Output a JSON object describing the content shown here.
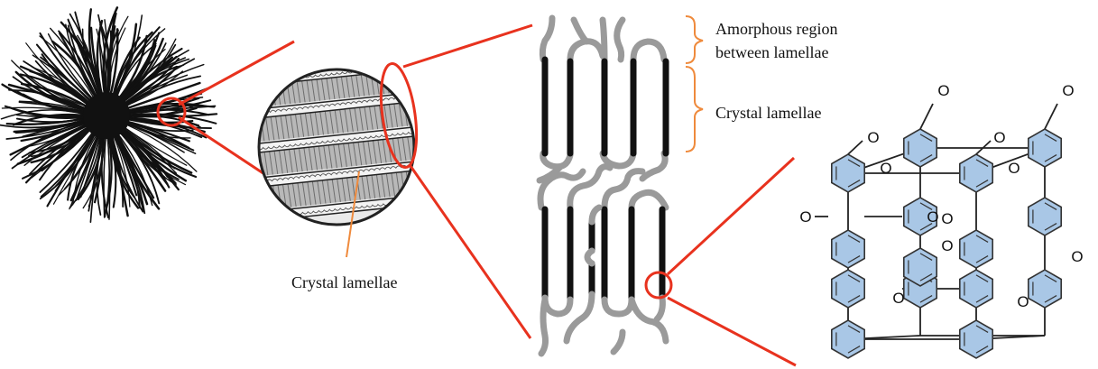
{
  "labels": {
    "amorphous_line1": "Amorphous region",
    "amorphous_line2": "between lamellae",
    "crystal_lamellae_right": "Crystal lamellae",
    "crystal_lamellae_left": "Crystal lamellae",
    "oxygen": "O"
  },
  "colors": {
    "zoom_lines": "#e8321e",
    "brace": "#ef8a3c",
    "leader": "#ef8a3c",
    "ring_fill": "#a9c7e6",
    "chain_gray": "#9a9a9a",
    "crystal_black": "#111111"
  }
}
